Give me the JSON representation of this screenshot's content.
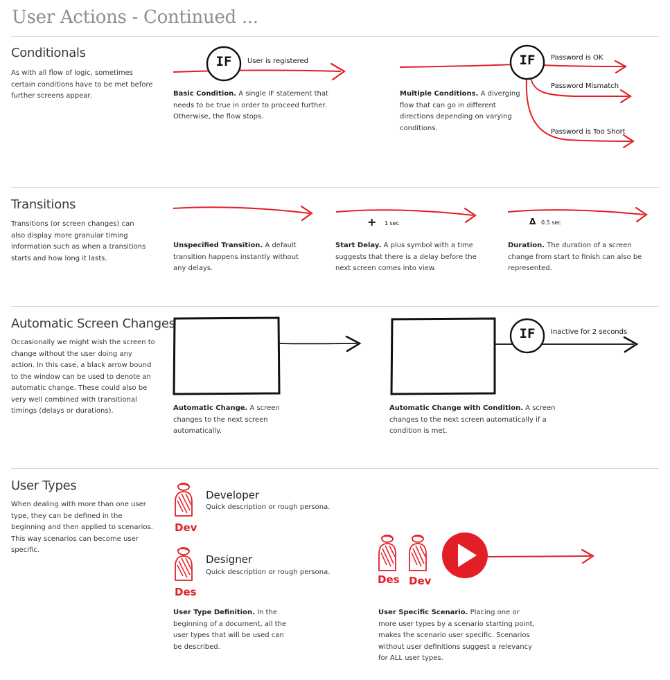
{
  "page": {
    "title": "User Actions - Continued ..."
  },
  "sections": {
    "conditionals": {
      "title": "Conditionals",
      "description": "As with all flow of logic, sometimes certain conditions have to be met before further screens appear.",
      "basic": {
        "if_label": "IF",
        "condition": "User is registered",
        "caption_bold": "Basic Condition.",
        "caption": " A single IF statement that needs to be true in order to proceed further. Otherwise, the flow stops."
      },
      "multiple": {
        "if_label": "IF",
        "conditions": [
          "Password is OK",
          "Password Mismatch",
          "Password is Too Short"
        ],
        "caption_bold": "Multiple Conditions.",
        "caption": " A diverging flow that can go in different directions depending on varying conditions."
      }
    },
    "transitions": {
      "title": "Transitions",
      "description": "Transitions (or screen changes) can also display more granular timing information such as when a transitions starts and how long it lasts.",
      "unspecified": {
        "caption_bold": "Unspecified Transition.",
        "caption": " A default transition happens instantly without any delays."
      },
      "start_delay": {
        "symbol": "+",
        "time": "1 sec",
        "caption_bold": "Start Delay.",
        "caption": " A plus symbol with a time suggests that there is a delay before the next screen comes into view."
      },
      "duration": {
        "symbol": "Δ",
        "time": "0.5 sec",
        "caption_bold": "Duration.",
        "caption": " The duration of a screen change from start to finish can also be represented."
      }
    },
    "automatic": {
      "title": "Automatic Screen Changes",
      "description": "Occasionally we might wish the screen to change without the user doing any action. In this case, a black arrow bound to the window can be used to denote an automatic change. These could also be very well combined with transitional timings (delays or durations).",
      "change": {
        "caption_bold": "Automatic Change.",
        "caption": " A screen changes to the next screen automatically."
      },
      "with_condition": {
        "if_label": "IF",
        "condition": "Inactive for 2 seconds",
        "caption_bold": "Automatic Change with Condition.",
        "caption": " A screen changes to the next screen automatically if a condition is met."
      }
    },
    "user_types": {
      "title": "User Types",
      "description": "When dealing with more than one user type, they can be defined in the beginning and then applied to scenarios. This way scenarios can become user specific.",
      "users": [
        {
          "tag": "Dev",
          "name": "Developer",
          "desc": "Quick description or rough persona."
        },
        {
          "tag": "Des",
          "name": "Designer",
          "desc": "Quick description or rough persona."
        }
      ],
      "definition": {
        "caption_bold": "User Type Definition.",
        "caption": " In the beginning of a document, all the user types that will be used can be described."
      },
      "scenario": {
        "tags": [
          "Des",
          "Dev"
        ],
        "caption_bold": "User Specific Scenario.",
        "caption": " Placing one or more user types by a scenario starting point, makes the scenario user specific. Scenarios without user definitions suggest a relevancy for ALL user types."
      }
    }
  },
  "colors": {
    "accent": "#e31e26",
    "ink": "#111111",
    "title_gray": "#8f8f8f",
    "rule": "#d6d6d6"
  }
}
